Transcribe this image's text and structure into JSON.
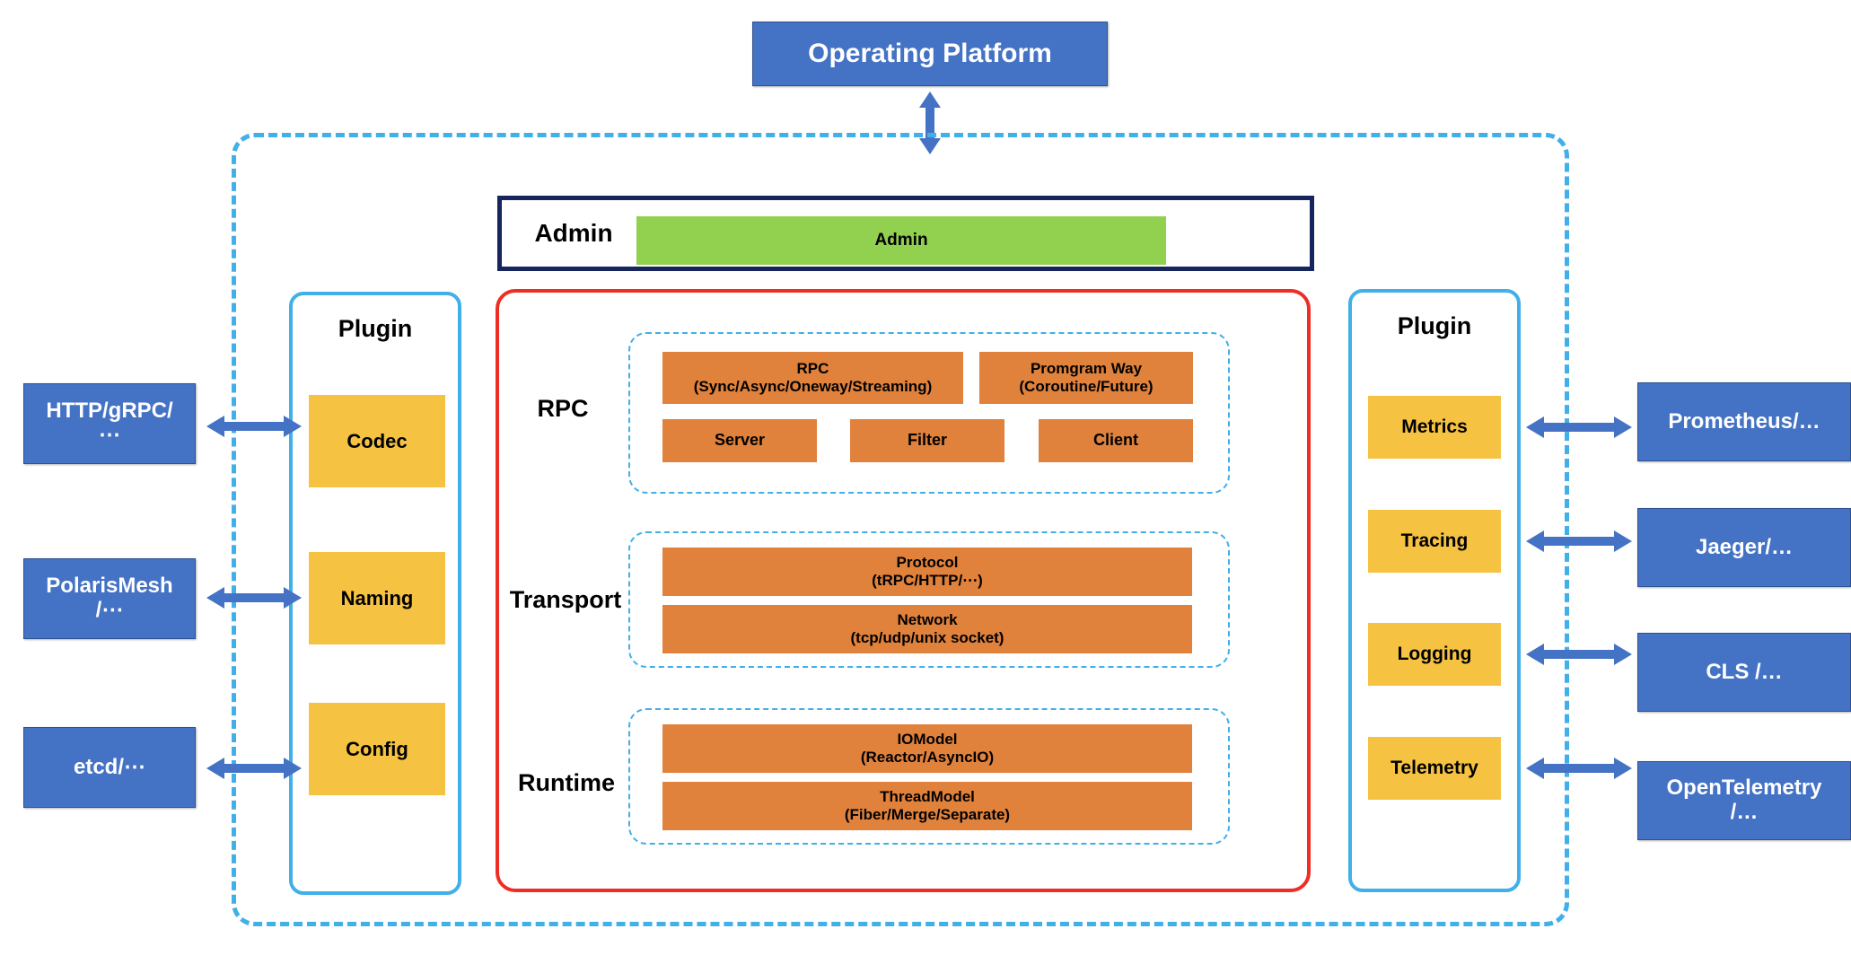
{
  "diagram": {
    "title_box": {
      "label": "Operating Platform"
    },
    "admin_row": {
      "label": "Admin",
      "bar_label": "Admin"
    },
    "core_sections": [
      {
        "label": "RPC",
        "boxes_row1": [
          {
            "label": "RPC\n(Sync/Async/Oneway/Streaming)"
          },
          {
            "label": "Promgram Way\n(Coroutine/Future)"
          }
        ],
        "boxes_row2": [
          {
            "label": "Server"
          },
          {
            "label": "Filter"
          },
          {
            "label": "Client"
          }
        ]
      },
      {
        "label": "Transport",
        "boxes": [
          {
            "label": "Protocol\n(tRPC/HTTP/⋯)"
          },
          {
            "label": "Network\n(tcp/udp/unix socket)"
          }
        ]
      },
      {
        "label": "Runtime",
        "boxes": [
          {
            "label": "IOModel\n(Reactor/AsyncIO)"
          },
          {
            "label": "ThreadModel\n(Fiber/Merge/Separate)"
          }
        ]
      }
    ],
    "left_plugin_panel": {
      "title": "Plugin",
      "items": [
        {
          "label": "Codec"
        },
        {
          "label": "Naming"
        },
        {
          "label": "Config"
        }
      ]
    },
    "right_plugin_panel": {
      "title": "Plugin",
      "items": [
        {
          "label": "Metrics"
        },
        {
          "label": "Tracing"
        },
        {
          "label": "Logging"
        },
        {
          "label": "Telemetry"
        }
      ]
    },
    "left_external": [
      {
        "label": "HTTP/gRPC/\n⋯"
      },
      {
        "label": "PolarisMesh\n/⋯"
      },
      {
        "label": "etcd/⋯"
      }
    ],
    "right_external": [
      {
        "label": "Prometheus/…"
      },
      {
        "label": "Jaeger/…"
      },
      {
        "label": "CLS /…"
      },
      {
        "label": "OpenTelemetry\n/…"
      }
    ],
    "colors": {
      "brand_blue": "#4472C4",
      "light_blue": "#41AFE8",
      "orange": "#E0813C",
      "yellow": "#F5C242",
      "green": "#92D050",
      "red": "#EE2E24",
      "navy": "#16265C",
      "arrow_blue": "#4472C4"
    }
  }
}
